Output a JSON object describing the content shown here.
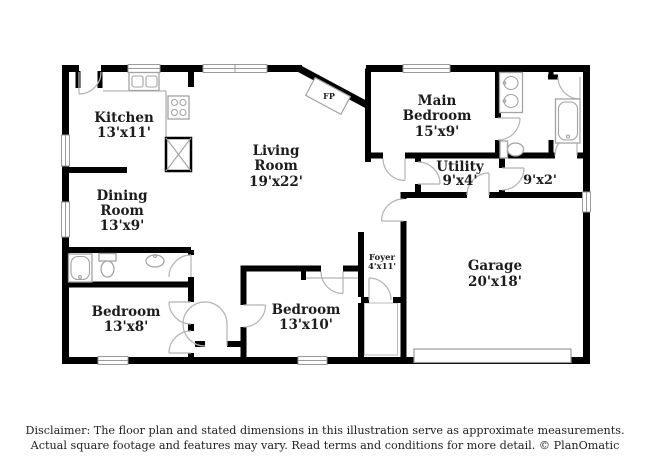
{
  "plan": {
    "rooms": {
      "kitchen": {
        "line1": "Kitchen",
        "line2": "13'x11'"
      },
      "dining": {
        "line1": "Dining",
        "line2": "Room",
        "line3": "13'x9'"
      },
      "living": {
        "line1": "Living",
        "line2": "Room",
        "line3": "19'x22'"
      },
      "main_bedroom": {
        "line1": "Main",
        "line2": "Bedroom",
        "line3": "15'x9'"
      },
      "utility": {
        "line1": "Utility",
        "line2": "9'x4'"
      },
      "hall": {
        "line1": "9'x2'"
      },
      "garage": {
        "line1": "Garage",
        "line2": "20'x18'"
      },
      "foyer": {
        "line1": "Foyer",
        "line2": "4'x11'"
      },
      "bedroom1": {
        "line1": "Bedroom",
        "line2": "13'x8'"
      },
      "bedroom2": {
        "line1": "Bedroom",
        "line2": "13'x10'"
      },
      "fireplace": {
        "label": "FP"
      }
    },
    "colors": {
      "wall": "#000000",
      "fixture": "#a3a3a3",
      "text": "#1c1c1c",
      "background": "#ffffff"
    }
  },
  "footer": {
    "line1": "Disclaimer: The floor plan and stated dimensions in this illustration serve as approximate measurements.",
    "line2": "Actual square footage and features may vary. Read terms and conditions for more detail. © PlanOmatic"
  }
}
